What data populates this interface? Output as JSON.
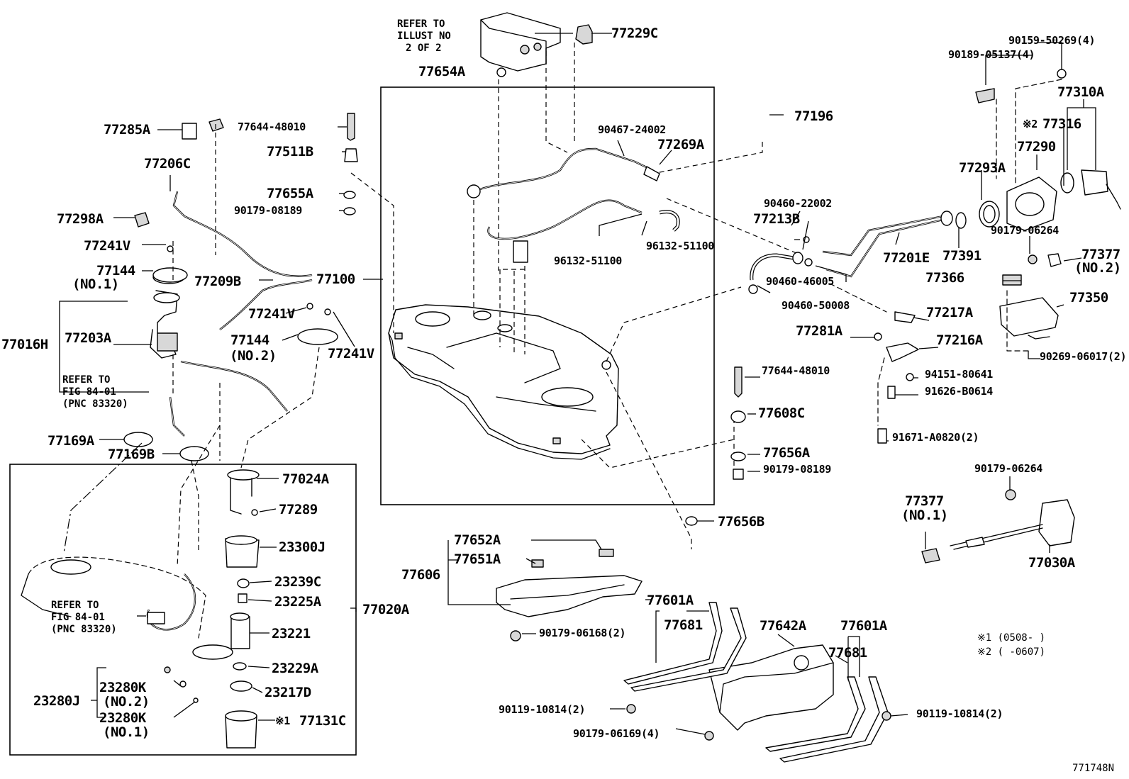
{
  "diagram_id": "771748N",
  "labels": {
    "p77229C": "77229C",
    "p77654A": "77654A",
    "p90159_50269": "90159-50269(4)",
    "p90189_05137": "90189-05137(4)",
    "p77310A": "77310A",
    "p77316": "77316",
    "mark2_77316": "※2",
    "p77290": "77290",
    "p77293A": "77293A",
    "p77285A": "77285A",
    "p77644_48010_top": "77644-48010",
    "p77511B": "77511B",
    "p77206C": "77206C",
    "p77655A": "77655A",
    "p90179_08189_top": "90179-08189",
    "p90467_24002": "90467-24002",
    "p77269A": "77269A",
    "p77196": "77196",
    "p77298A": "77298A",
    "p77241V_1": "77241V",
    "p77144_1": "77144",
    "p77144_1_no": "(NO.1)",
    "p77209B": "77209B",
    "p77100": "77100",
    "p77241V_2": "77241V",
    "p77144_2": "77144",
    "p77144_2_no": "(NO.2)",
    "p77241V_3": "77241V",
    "p77016H": "77016H",
    "p77203A": "77203A",
    "p96132_51100_a": "96132-51100",
    "p96132_51100_b": "96132-51100",
    "p90460_22002": "90460-22002",
    "p77213B": "77213B",
    "p77201E": "77201E",
    "p77391": "77391",
    "p90460_46005": "90460-46005",
    "p90460_50008": "90460-50008",
    "p90179_06264_a": "90179-06264",
    "p77377_a": "77377",
    "p77377_a_no": "(NO.2)",
    "p77366": "77366",
    "p77350": "77350",
    "p77217A": "77217A",
    "p77281A": "77281A",
    "p77216A": "77216A",
    "p90269_06017": "90269-06017(2)",
    "p77644_48010_r": "77644-48010",
    "p94151_80641": "94151-80641",
    "p91626_B0614": "91626-B0614",
    "p77608C": "77608C",
    "p91671_A0820": "91671-A0820(2)",
    "p77656A": "77656A",
    "p90179_08189_r": "90179-08189",
    "p90179_06264_b": "90179-06264",
    "p77377_b": "77377",
    "p77377_b_no": "(NO.1)",
    "p77030A": "77030A",
    "p77656B": "77656B",
    "p77169A": "77169A",
    "p77169B": "77169B",
    "p77024A": "77024A",
    "p77289": "77289",
    "p23300J": "23300J",
    "p23239C": "23239C",
    "p23225A": "23225A",
    "p77020A": "77020A",
    "p23221": "23221",
    "p23229A": "23229A",
    "p23280J": "23280J",
    "p23280K_2": "23280K",
    "p23280K_2_no": "(NO.2)",
    "p23217D": "23217D",
    "p23280K_1": "23280K",
    "p23280K_1_no": "(NO.1)",
    "p77131C": "77131C",
    "mark1_77131C": "※1",
    "p77652A": "77652A",
    "p77651A": "77651A",
    "p77606": "77606",
    "p90179_06168": "90179-06168(2)",
    "p77601A_a": "77601A",
    "p77681_a": "77681",
    "p77642A": "77642A",
    "p77601A_b": "77601A",
    "p77681_b": "77681",
    "p90119_10814_a": "90119-10814(2)",
    "p90179_06169": "90179-06169(4)",
    "p90119_10814_b": "90119-10814(2)"
  },
  "refer_notes": {
    "top": [
      "REFER TO",
      "ILLUST NO",
      "2 OF 2"
    ],
    "mid": [
      "REFER TO",
      "FIG 84-01",
      "(PNC 83320)"
    ],
    "low": [
      "REFER TO",
      "FIG 84-01",
      "(PNC 83320)"
    ]
  },
  "legend": {
    "note1": "※1 (0508-      )",
    "note2": "※2 (      -0607)"
  }
}
